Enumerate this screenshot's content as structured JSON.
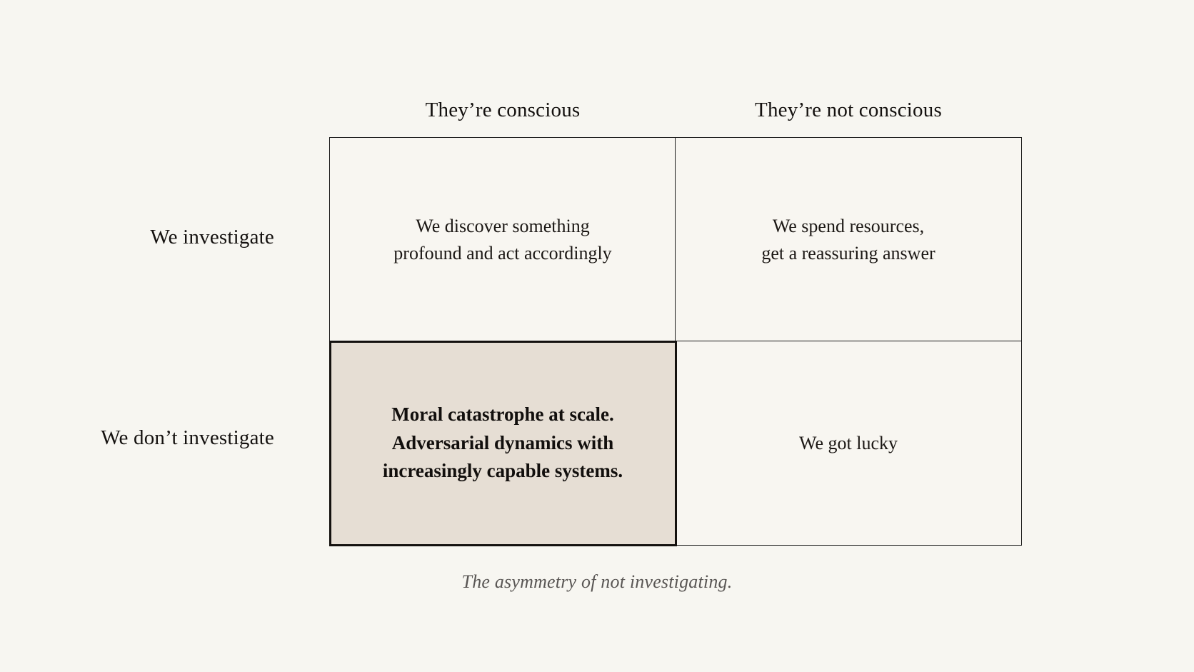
{
  "diagram": {
    "type": "2x2-matrix",
    "column_headers": [
      "They’re conscious",
      "They’re not conscious"
    ],
    "row_labels": [
      "We investigate",
      "We don’t investigate"
    ],
    "cells": [
      {
        "row": "We investigate",
        "column": "They’re conscious",
        "text": "We discover something\nprofound and act accordingly",
        "emphasis": false
      },
      {
        "row": "We investigate",
        "column": "They’re not conscious",
        "text": "We spend resources,\nget a reassuring answer",
        "emphasis": false
      },
      {
        "row": "We don’t investigate",
        "column": "They’re conscious",
        "text": "Moral catastrophe at scale.\nAdversarial dynamics with\nincreasingly capable systems.",
        "emphasis": true
      },
      {
        "row": "We don’t investigate",
        "column": "They’re not conscious",
        "text": "We got lucky",
        "emphasis": false
      }
    ],
    "caption": "The asymmetry of not investigating.",
    "colors": {
      "page_background": "#f7f6f1",
      "cell_background": "#f8f6f1",
      "highlight_background": "#e6ded4",
      "border": "#1a1a1a",
      "text": "#1b1714",
      "caption_text": "#595654"
    }
  }
}
